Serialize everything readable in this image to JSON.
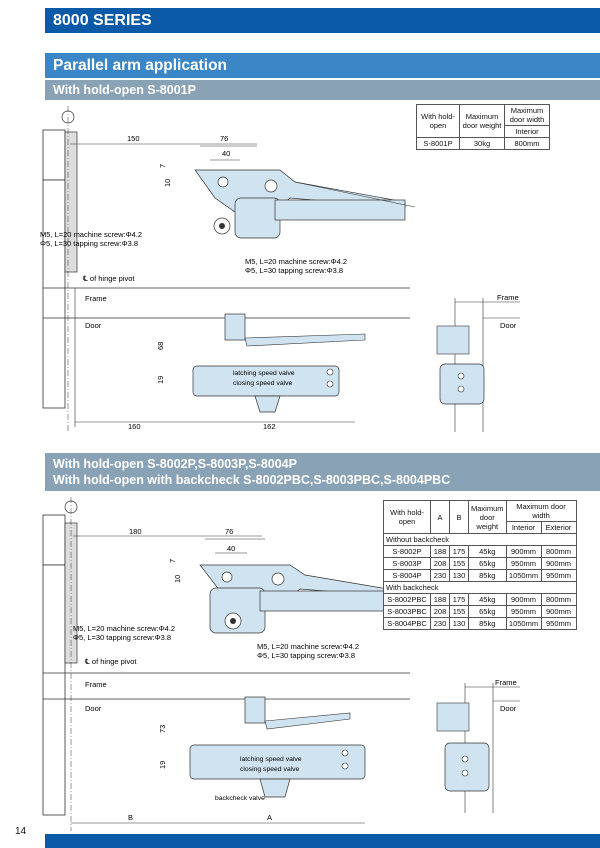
{
  "header": {
    "series_title": "8000 SERIES"
  },
  "section": {
    "title": "Parallel arm application"
  },
  "sub1": {
    "title": "With hold-open S-8001P",
    "table": {
      "h_with": "With hold-open",
      "h_weight": "Maximum door weight",
      "h_width": "Maximum door width",
      "h_interior": "Interior",
      "row": [
        "S-8001P",
        "30kg",
        "800mm"
      ]
    },
    "dims": {
      "d150": "150",
      "d76": "76",
      "d40": "40",
      "d7": "7",
      "d10": "10",
      "d68": "68",
      "d19": "19",
      "d160": "160",
      "d162": "162"
    },
    "screw1_a": "M5, L=20 machine screw:Φ4.2",
    "screw1_b": "Φ5, L=30 tapping screw:Φ3.8",
    "screw2_a": "M5, L=20 machine screw:Φ4.2",
    "screw2_b": "Φ5, L=30 tapping screw:Φ3.8",
    "hinge": "℄ of hinge pivot",
    "frame": "Frame",
    "door": "Door",
    "side_frame": "Frame",
    "side_door": "Door",
    "valve_latch": "latching speed valve",
    "valve_close": "closing speed valve"
  },
  "sub2": {
    "title_line1": "With hold-open S-8002P,S-8003P,S-8004P",
    "title_line2": "With hold-open with backcheck S-8002PBC,S-8003PBC,S-8004PBC",
    "table": {
      "h_with": "With hold-open",
      "h_a": "A",
      "h_b": "B",
      "h_weight": "Maximum door weight",
      "h_width": "Maximum door width",
      "h_interior": "Interior",
      "h_exterior": "Exterior",
      "group1": "Without backcheck",
      "rows1": [
        [
          "S-8002P",
          "188",
          "175",
          "45kg",
          "900mm",
          "800mm"
        ],
        [
          "S-8003P",
          "208",
          "155",
          "65kg",
          "950mm",
          "900mm"
        ],
        [
          "S-8004P",
          "230",
          "130",
          "85kg",
          "1050mm",
          "950mm"
        ]
      ],
      "group2": "With backcheck",
      "rows2": [
        [
          "S-8002PBC",
          "188",
          "175",
          "45kg",
          "900mm",
          "800mm"
        ],
        [
          "S-8003PBC",
          "208",
          "155",
          "65kg",
          "950mm",
          "900mm"
        ],
        [
          "S-8004PBC",
          "230",
          "130",
          "85kg",
          "1050mm",
          "950mm"
        ]
      ]
    },
    "dims": {
      "d180": "180",
      "d76": "76",
      "d40": "40",
      "d7": "7",
      "d10": "10",
      "d73": "73",
      "d19": "19",
      "dB": "B",
      "dA": "A"
    },
    "screw1_a": "M5, L=20 machine screw:Φ4.2",
    "screw1_b": "Φ5, L=30 tapping screw:Φ3.8",
    "screw2_a": "M5, L=20 machine screw:Φ4.2",
    "screw2_b": "Φ5, L=30 tapping screw:Φ3.8",
    "hinge": "℄ of hinge pivot",
    "frame": "Frame",
    "door": "Door",
    "side_frame": "Frame",
    "side_door": "Door",
    "valve_latch": "latching speed valve",
    "valve_close": "closing speed valve",
    "backcheck": "backcheck valve"
  },
  "footer": {
    "page_number": "14"
  },
  "colors": {
    "header_blue": "#0a5aa8",
    "section_blue": "#3b86c6",
    "sub_gray": "#8aa2b6",
    "part_fill": "#cfe3f0"
  }
}
